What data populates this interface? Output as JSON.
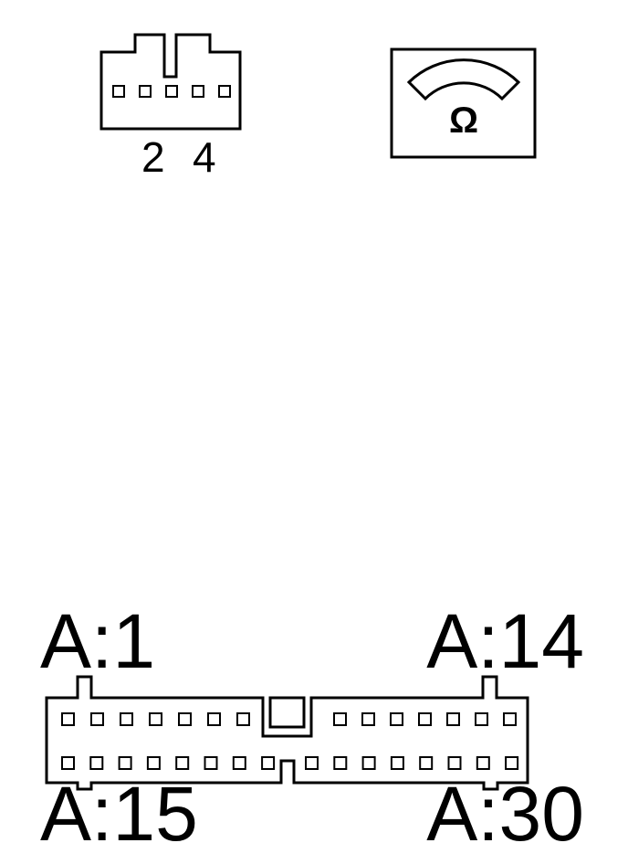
{
  "small_connector": {
    "pin_count": 5,
    "labels": [
      "2",
      "4"
    ]
  },
  "meter": {
    "symbol": "Ω",
    "icon": "ohmmeter-icon"
  },
  "large_connector": {
    "top_row_pins": 14,
    "bottom_row_pins": 16,
    "labels": {
      "top_left": "A:1",
      "top_right": "A:14",
      "bottom_left": "A:15",
      "bottom_right": "A:30"
    }
  }
}
